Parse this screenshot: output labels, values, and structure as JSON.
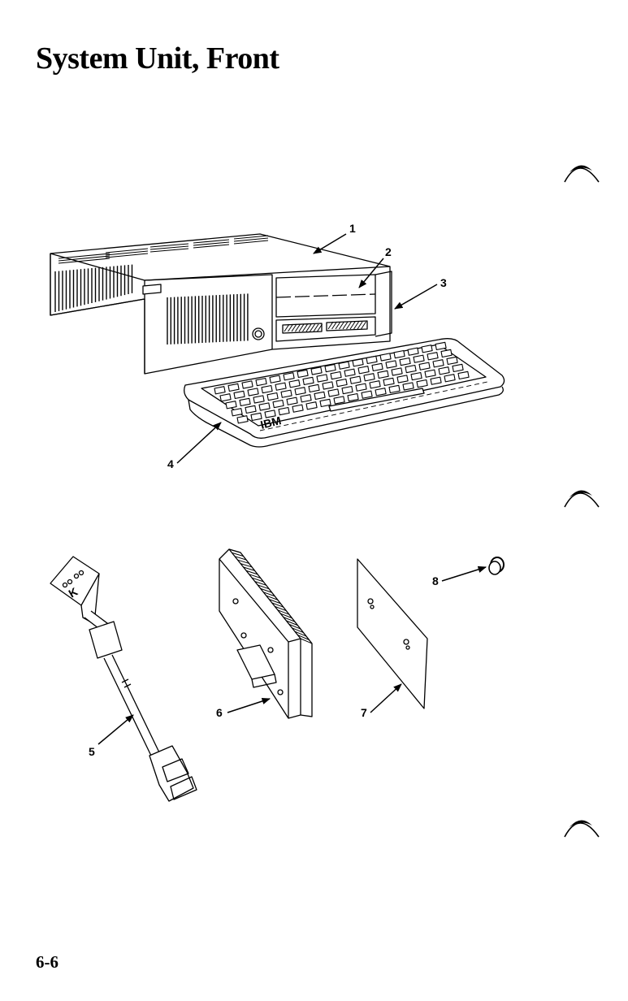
{
  "page": {
    "title": "System Unit, Front",
    "folio": "6-6"
  },
  "figure": {
    "callouts": [
      "1",
      "2",
      "3",
      "4",
      "5",
      "6",
      "7",
      "8"
    ],
    "keyboard_logo": "IBM",
    "cable_letter": "K"
  },
  "icons": {
    "thumb_tab": "thumb-tab-icon"
  }
}
